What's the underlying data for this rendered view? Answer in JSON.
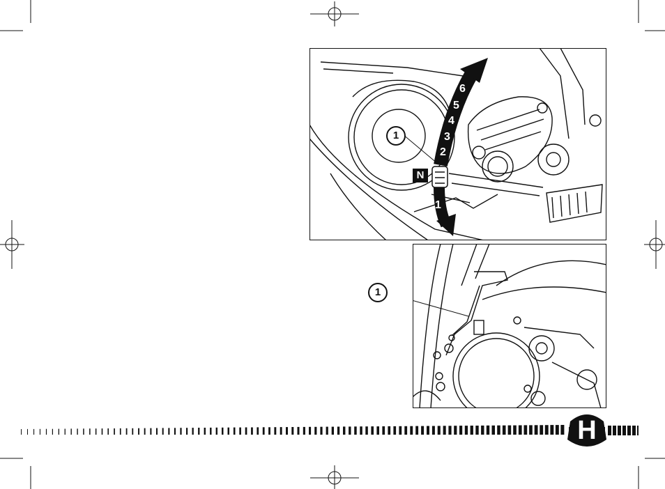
{
  "figure_top": {
    "callout_label": "1",
    "neutral_label": "N",
    "gears_up": [
      "2",
      "3",
      "4",
      "5",
      "6"
    ],
    "gear_down": "1"
  },
  "figure_bottom": {
    "callout_label": "1"
  },
  "brand": {
    "logo_letter": "H"
  },
  "colors": {
    "ink": "#111111",
    "paper": "#ffffff"
  }
}
